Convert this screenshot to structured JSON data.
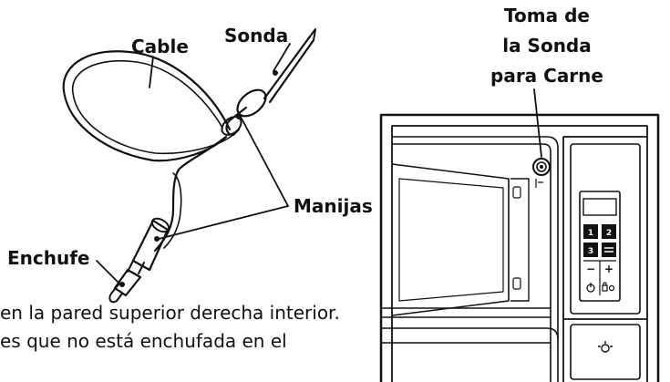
{
  "labels": {
    "cable": "Cable",
    "sonda": "Sonda",
    "manijas": "Manijas",
    "enchufe": "Enchufe",
    "toma_line1": "Toma de",
    "toma_line2": "la Sonda",
    "toma_line3": "para Carne"
  },
  "body_text": {
    "line1": "en la pared superior derecha interior.",
    "line2": "es que no está enchufada en el"
  },
  "control_panel": {
    "key1": "1",
    "key2": "2",
    "key3": "3",
    "minus": "−",
    "plus": "+"
  }
}
